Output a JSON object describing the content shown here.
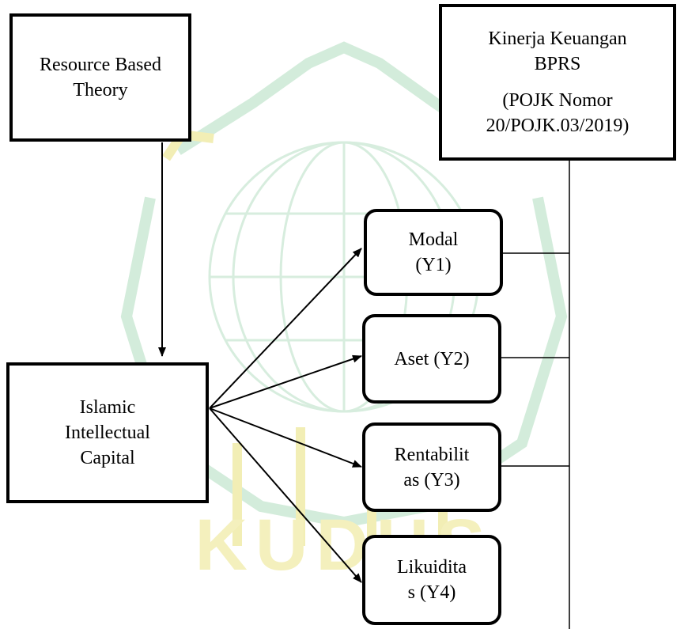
{
  "theory": {
    "line1": "Resource Based",
    "line2": "Theory"
  },
  "independent": {
    "line1": "Islamic",
    "line2": "Intellectual",
    "line3": "Capital"
  },
  "performance": {
    "line1": "Kinerja Keuangan",
    "line2": "BPRS",
    "line3": "(POJK Nomor",
    "line4": "20/POJK.03/2019)"
  },
  "indicators": [
    {
      "line1": "Modal",
      "line2": "(Y1)"
    },
    {
      "line1": "Aset (Y2)"
    },
    {
      "line1": "Rentabilit",
      "line2": "as (Y3)"
    },
    {
      "line1": "Likuidita",
      "line2": "s (Y4)"
    }
  ],
  "watermark": {
    "text": "KUDUS",
    "colors": {
      "green": "#c9e7d2",
      "yellow": "#f4efb2"
    }
  }
}
